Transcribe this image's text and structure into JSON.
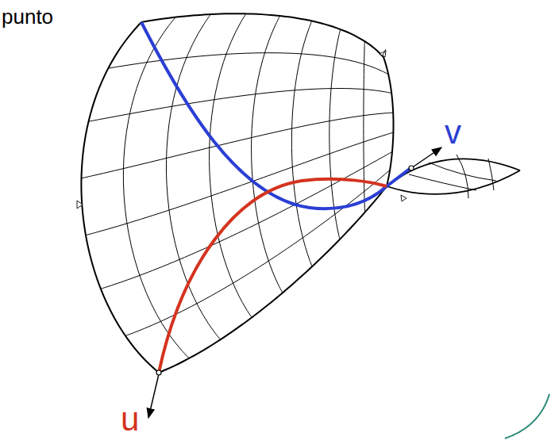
{
  "diagram": {
    "labels": [
      "punto",
      "v",
      "u"
    ]
  }
}
